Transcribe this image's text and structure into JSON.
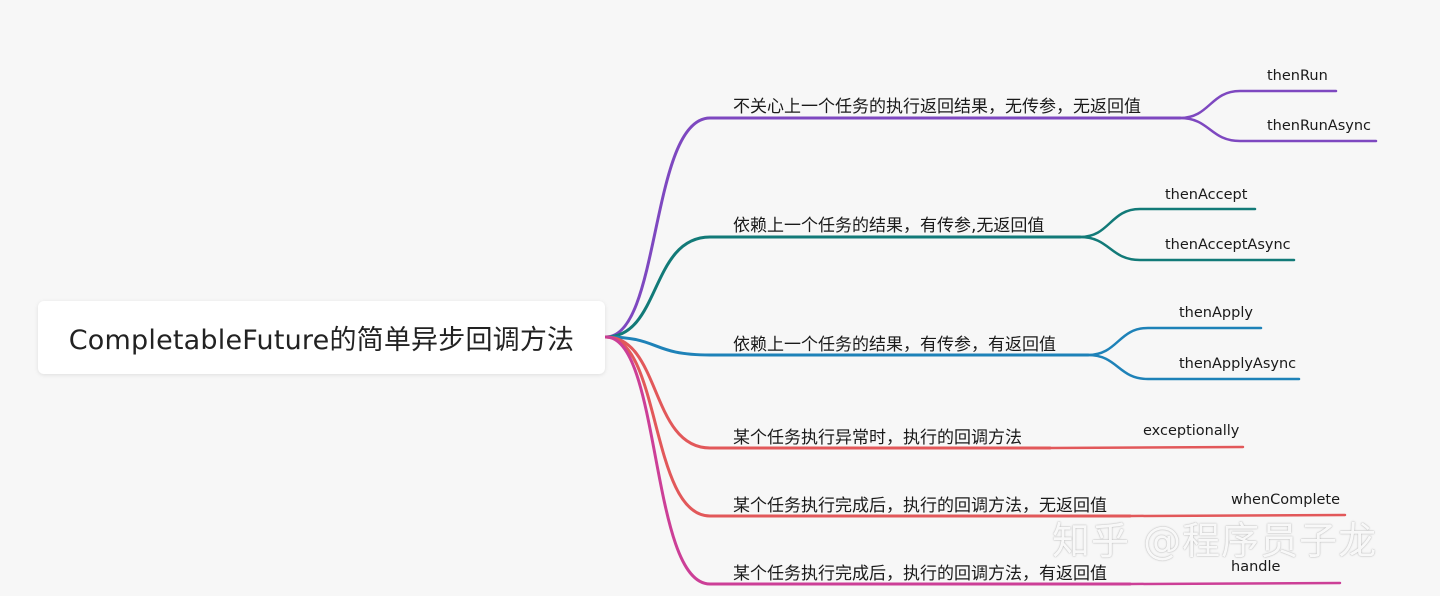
{
  "root": {
    "label": "CompletableFuture的简单异步回调方法"
  },
  "branches": [
    {
      "label": "不关心上一个任务的执行返回结果，无传参，无返回值",
      "color": "#7e48c0",
      "leaves": [
        "thenRun",
        "thenRunAsync"
      ]
    },
    {
      "label": "依赖上一个任务的结果，有传参,无返回值",
      "color": "#127a78",
      "leaves": [
        "thenAccept",
        "thenAcceptAsync"
      ]
    },
    {
      "label": "依赖上一个任务的结果，有传参，有返回值",
      "color": "#1e82b8",
      "leaves": [
        "thenApply",
        "thenApplyAsync"
      ]
    },
    {
      "label": "某个任务执行异常时，执行的回调方法",
      "color": "#e2585a",
      "leaves": [
        "exceptionally"
      ]
    },
    {
      "label": "某个任务执行完成后，执行的回调方法，无返回值",
      "color": "#e2585a",
      "leaves": [
        "whenComplete"
      ]
    },
    {
      "label": "某个任务执行完成后，执行的回调方法，有返回值",
      "color": "#cc3f97",
      "leaves": [
        "handle"
      ]
    }
  ],
  "watermark": "知乎 @程序员子龙"
}
